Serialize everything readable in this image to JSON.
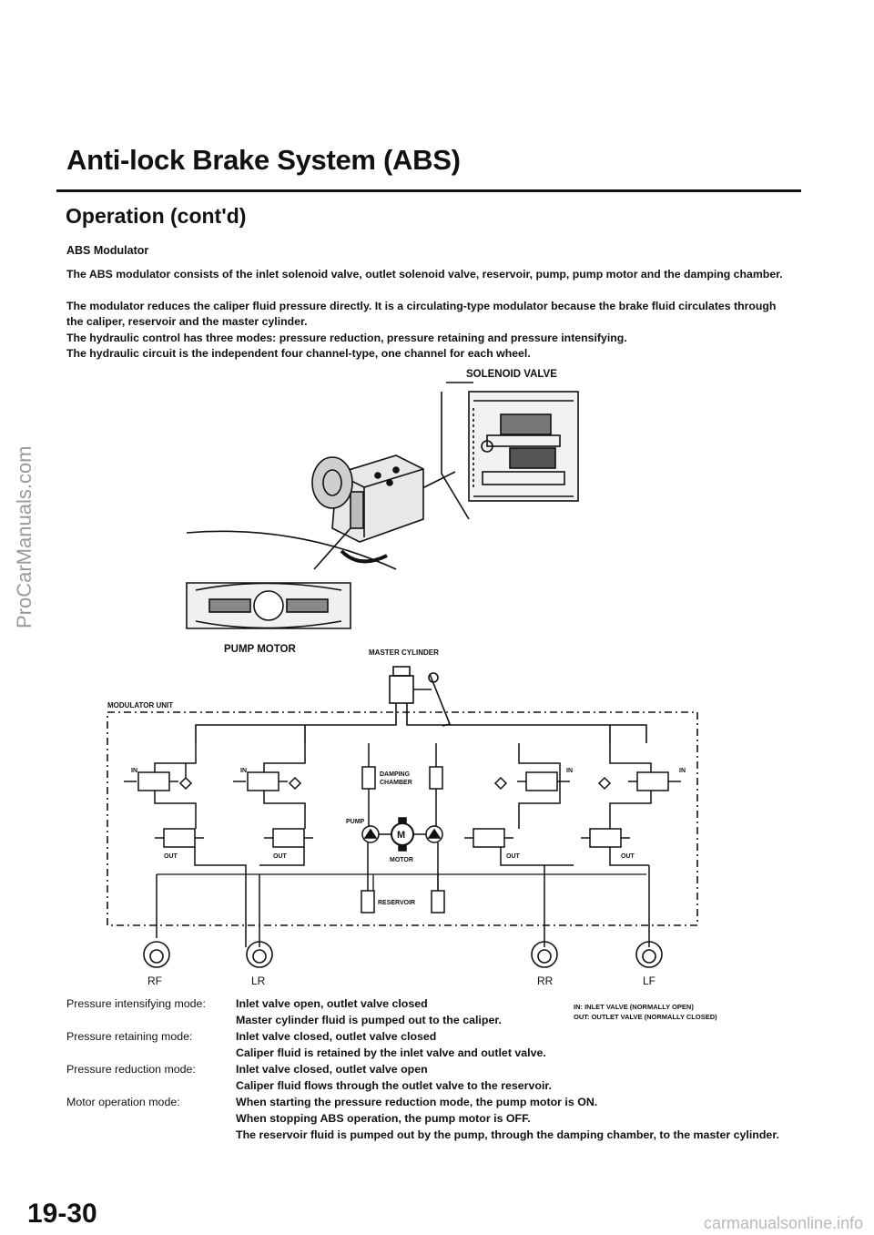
{
  "watermark": "ProCarManuals.com",
  "title": "Anti-lock Brake System (ABS)",
  "subtitle": "Operation (cont'd)",
  "section_heading": "ABS Modulator",
  "paragraphs": [
    "The ABS modulator consists of the inlet solenoid valve, outlet solenoid valve, reservoir, pump, pump motor and the damping chamber.",
    "The modulator reduces the caliper fluid pressure directly. It is a circulating-type modulator because the brake fluid circulates through the caliper, reservoir and the master cylinder.",
    "The hydraulic control has three modes: pressure reduction, pressure retaining and pressure intensifying.",
    "The hydraulic circuit is the independent four channel-type, one channel for each wheel."
  ],
  "figure": {
    "solenoid_valve": "SOLENOID VALVE",
    "pump_motor": "PUMP MOTOR",
    "master_cylinder": "MASTER CYLINDER",
    "modulator_unit": "MODULATOR UNIT",
    "in": "IN",
    "out": "OUT",
    "damping_chamber_1": "DAMPING",
    "damping_chamber_2": "CHAMBER",
    "pump": "PUMP",
    "motor": "MOTOR",
    "motor_symbol": "M",
    "reservoir": "RESERVOIR",
    "wheels": [
      "RF",
      "LR",
      "RR",
      "LF"
    ]
  },
  "legend": {
    "in_line": "IN:   INLET VALVE (NORMALLY OPEN)",
    "out_line": "OUT: OUTLET VALVE (NORMALLY CLOSED)"
  },
  "modes": [
    {
      "name": "Pressure intensifying mode:",
      "lines": [
        "Inlet valve open, outlet valve closed",
        "Master cylinder fluid is pumped out to the caliper."
      ]
    },
    {
      "name": "Pressure retaining mode:",
      "lines": [
        "Inlet valve closed, outlet valve closed",
        "Caliper fluid is retained by the inlet valve and outlet valve."
      ]
    },
    {
      "name": "Pressure reduction mode:",
      "lines": [
        "Inlet valve closed, outlet valve open",
        "Caliper fluid flows through the outlet valve to the reservoir."
      ]
    },
    {
      "name": "Motor operation mode:",
      "lines": [
        "When starting the pressure reduction mode, the pump motor is ON.",
        "When stopping ABS operation, the pump motor is OFF.",
        "The reservoir fluid is pumped out by the pump, through the damping chamber, to the master cylinder."
      ]
    }
  ],
  "page_number": "19-30",
  "footer_url": "carmanualsonline.info"
}
